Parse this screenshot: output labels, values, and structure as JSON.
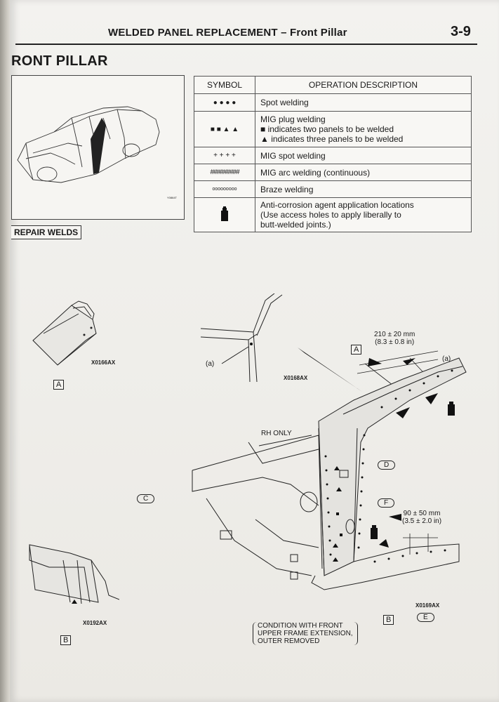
{
  "header": {
    "title": "WELDED PANEL REPLACEMENT",
    "separator": " – ",
    "subtitle": "Front Pillar",
    "page_number": "3-9"
  },
  "section_title": "RONT PILLAR",
  "repair_label": "REPAIR WELDS",
  "table": {
    "col_symbol": "SYMBOL",
    "col_operation": "OPERATION DESCRIPTION",
    "rows": [
      {
        "symbol": "● ● ● ●",
        "lines": [
          "Spot welding"
        ]
      },
      {
        "symbol": "■ ■ ▲ ▲",
        "lines": [
          "MIG plug welding",
          "■ indicates two panels to be welded",
          "▲ indicates three panels to be welded"
        ]
      },
      {
        "symbol": "+ + + +",
        "lines": [
          "MIG spot welding"
        ]
      },
      {
        "symbol": "#########",
        "lines": [
          "MIG arc welding (continuous)"
        ]
      },
      {
        "symbol": "ooooooooo",
        "lines": [
          "Braze welding"
        ]
      },
      {
        "symbol": "can-icon",
        "lines": [
          "Anti-corrosion agent application locations",
          "(Use access holes to apply liberally to",
          "butt-welded joints.)"
        ]
      }
    ]
  },
  "figures": {
    "car_code": "Y0864T",
    "detail_a_code": "X0166AX",
    "detail_a_label": "A",
    "detail_b_code": "X0192AX",
    "detail_b_label": "B",
    "top_code": "X0168AX",
    "top_callout": "(a)",
    "dim_top_mm": "210 ± 20 mm",
    "dim_top_in": "(8.3 ± 0.8 in)",
    "dim_top_callout": "(a)",
    "main_label_a": "A",
    "main_label_b": "B",
    "rh_only": "RH ONLY",
    "hand_c": "C",
    "hand_d": "D",
    "hand_e": "E",
    "hand_f": "F",
    "dim_mid_mm": "90 ± 50 mm",
    "dim_mid_in": "(3.5 ± 2.0 in)",
    "main_code": "X0169AX",
    "condition_note": [
      "CONDITION WITH FRONT",
      "UPPER FRAME EXTENSION,",
      "OUTER REMOVED"
    ]
  },
  "colors": {
    "page": "#efeeea",
    "ink": "#1a1a1a"
  }
}
